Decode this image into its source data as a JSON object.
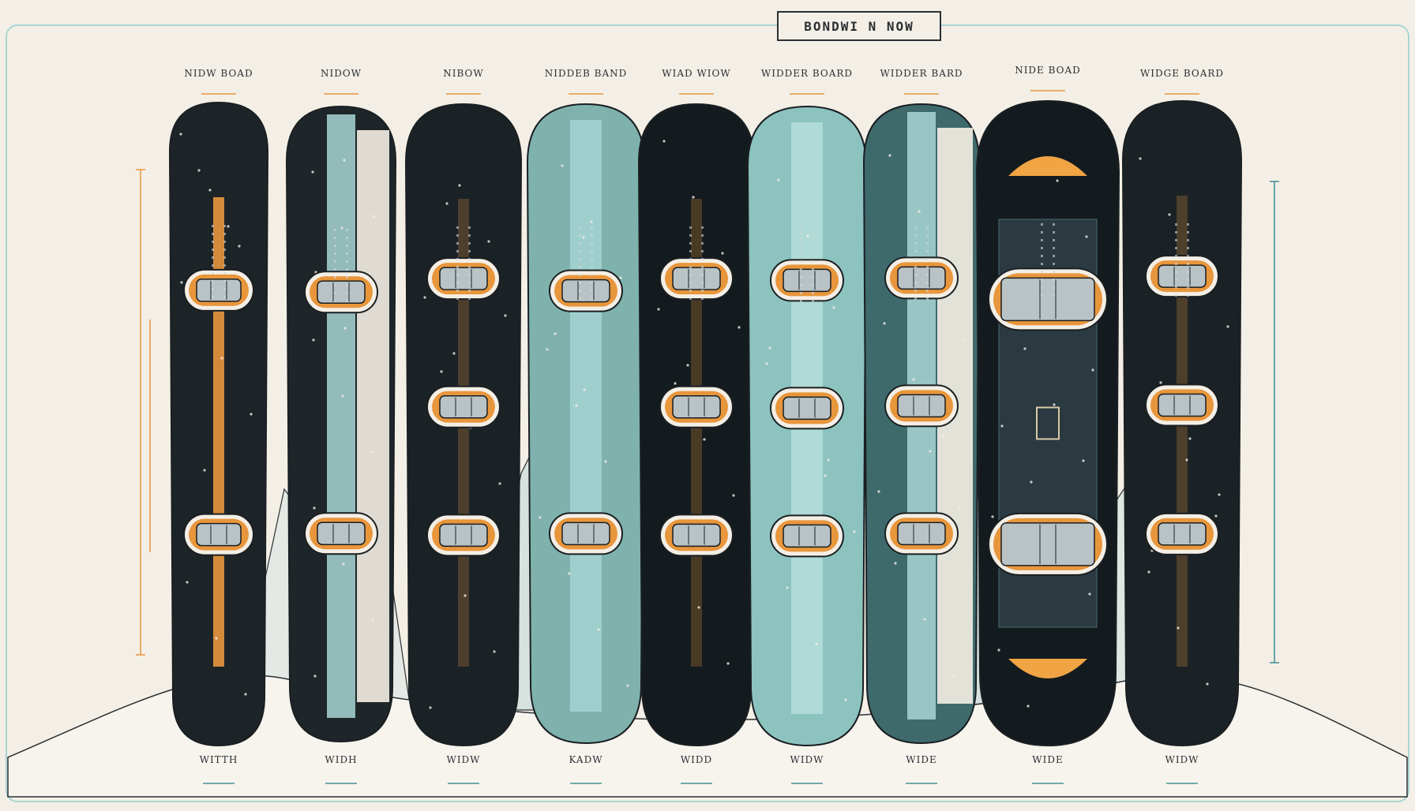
{
  "title": "BONDWI N NOW",
  "boards": [
    {
      "top_label": "NIDW BOAD",
      "bottom_label": "WITTH",
      "color": "#1d2428",
      "stripe": "#e8963c",
      "bindings": 2,
      "style": "stripe"
    },
    {
      "top_label": "NIDOW",
      "bottom_label": "WIDH",
      "color": "#1e2629",
      "stripe": "#a8d6d3",
      "bindings": 2,
      "style": "split"
    },
    {
      "top_label": "NIBOW",
      "bottom_label": "WIDW",
      "color": "#1a2226",
      "stripe": "#e8963c",
      "bindings": 3,
      "style": "dark"
    },
    {
      "top_label": "NIDDEB BAND",
      "bottom_label": "KADW",
      "color": "#7fb2ad",
      "stripe": "#a8d6d3",
      "bindings": 2,
      "style": "teal"
    },
    {
      "top_label": "WIAD WIOW",
      "bottom_label": "WIDD",
      "color": "#141b1f",
      "stripe": "#e8963c",
      "bindings": 3,
      "style": "dark"
    },
    {
      "top_label": "WIDDER BOARD",
      "bottom_label": "WIDW",
      "color": "#8cc3bf",
      "stripe": "#b8e0dc",
      "bindings": 3,
      "style": "teal"
    },
    {
      "top_label": "WIDDER BARD",
      "bottom_label": "WIDE",
      "color": "#3f6a6c",
      "stripe": "#a8d6d3",
      "bindings": 3,
      "style": "split"
    },
    {
      "top_label": "NIDE BOAD",
      "bottom_label": "WIDE",
      "color": "#141b1f",
      "stripe": "#f0a444",
      "bindings": 2,
      "style": "wide"
    },
    {
      "top_label": "WIDGE BOARD",
      "bottom_label": "WIDW",
      "color": "#1a2226",
      "stripe": "#e8963c",
      "bindings": 3,
      "style": "dark"
    }
  ],
  "colors": {
    "background": "#f4efe6",
    "accent_orange": "#e8963c",
    "accent_teal": "#3a8a8f",
    "ink": "#2a2f33"
  }
}
